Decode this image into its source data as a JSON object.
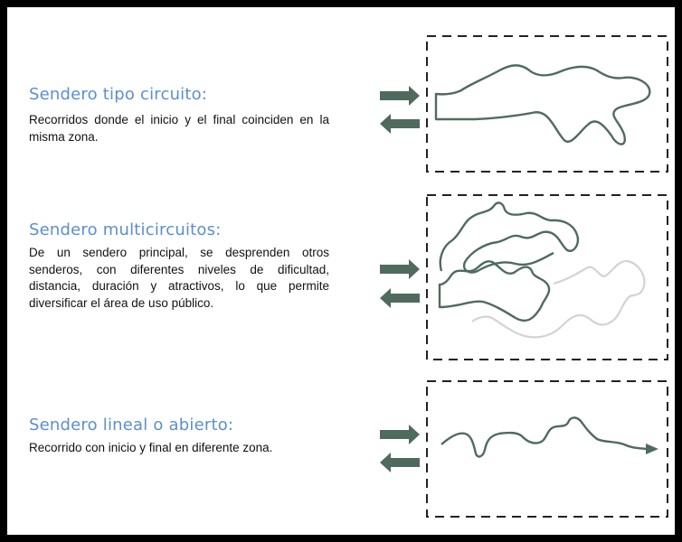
{
  "sections": [
    {
      "title": "Sendero tipo circuito:",
      "description": "Recorridos donde el inicio y el final coinciden en la misma zona."
    },
    {
      "title": "Sendero multicircuitos:",
      "description": "De un sendero principal, se desprenden otros senderos, con diferentes niveles de dificultad, distancia, duración y atractivos, lo que permite diversificar el área de uso público."
    },
    {
      "title": "Sendero lineal o abierto:",
      "description": "Recorrido con inicio y final en diferente zona."
    }
  ],
  "colors": {
    "title": "#5b8fd0",
    "path": "#4f6b5e",
    "path_light": "#d3d3d3",
    "frame_border": "#000000",
    "dashed_box": "#222222"
  }
}
